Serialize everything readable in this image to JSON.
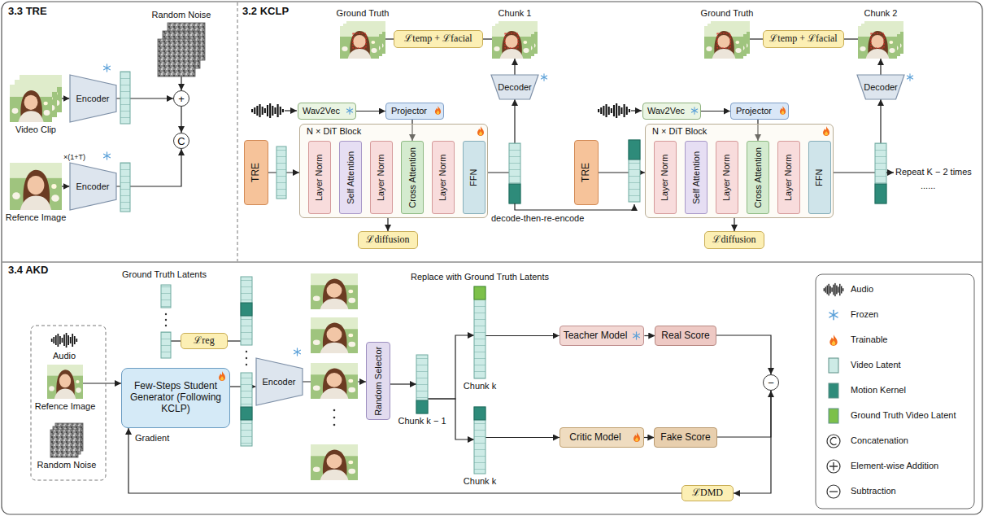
{
  "diagram": {
    "nodes": [
      {
        "text": [
          "3.3 TRE"
        ]
      },
      {
        "text": [
          "Video Clip"
        ],
        "in": 0
      },
      {
        "text": [
          "Encoder"
        ],
        "in": 0
      },
      {
        "text": [
          "Random Noise"
        ],
        "in": 0
      },
      {
        "text": [
          "+"
        ],
        "in": 0
      },
      {
        "text": [
          "C"
        ],
        "in": 0
      },
      {
        "text": [
          "Refence Image"
        ],
        "in": 0
      },
      {
        "text": [
          "Encoder"
        ],
        "in": 0
      },
      {
        "text": [
          "3.2 KCLP"
        ]
      },
      {
        "text": [
          "Ground Truth"
        ],
        "in": 8
      },
      {
        "text": [
          "ℒtemp + ℒfacial"
        ],
        "in": 8
      },
      {
        "text": [
          "Chunk 1"
        ],
        "in": 8
      },
      {
        "text": [
          "Wav2Vec"
        ],
        "in": 8
      },
      {
        "text": [
          "Projector"
        ],
        "in": 8
      },
      {
        "text": [
          "TRE"
        ],
        "in": 8
      },
      {
        "text": [
          "N × DiT Block"
        ],
        "in": 8
      },
      {
        "text": [
          "Layer Norm"
        ],
        "in": 15
      },
      {
        "text": [
          "Self Attention"
        ],
        "in": 15
      },
      {
        "text": [
          "Layer Norm"
        ],
        "in": 15
      },
      {
        "text": [
          "Cross Attention"
        ],
        "in": 15
      },
      {
        "text": [
          "Layer Norm"
        ],
        "in": 15
      },
      {
        "text": [
          "FFN"
        ],
        "in": 15
      },
      {
        "text": [
          "Decoder"
        ],
        "in": 8
      },
      {
        "text": [
          "ℒdiffusion"
        ],
        "in": 8
      },
      {
        "text": [
          "Ground Truth"
        ],
        "in": 8
      },
      {
        "text": [
          "ℒtemp + ℒfacial"
        ],
        "in": 8
      },
      {
        "text": [
          "Chunk 2"
        ],
        "in": 8
      },
      {
        "text": [
          "Wav2Vec"
        ],
        "in": 8
      },
      {
        "text": [
          "Projector"
        ],
        "in": 8
      },
      {
        "text": [
          "TRE"
        ],
        "in": 8
      },
      {
        "text": [
          "N × DiT Block"
        ],
        "in": 8
      },
      {
        "text": [
          "Layer Norm"
        ],
        "in": 30
      },
      {
        "text": [
          "Self Attention"
        ],
        "in": 30
      },
      {
        "text": [
          "Layer Norm"
        ],
        "in": 30
      },
      {
        "text": [
          "Cross Attention"
        ],
        "in": 30
      },
      {
        "text": [
          "Layer Norm"
        ],
        "in": 30
      },
      {
        "text": [
          "FFN"
        ],
        "in": 30
      },
      {
        "text": [
          "Decoder"
        ],
        "in": 8
      },
      {
        "text": [
          "ℒdiffusion"
        ],
        "in": 8
      },
      {
        "text": [
          "3.4 AKD"
        ]
      },
      {
        "text": [
          "Audio"
        ],
        "in": 39
      },
      {
        "text": [
          "Refence Image"
        ],
        "in": 39
      },
      {
        "text": [
          "Random Noise"
        ],
        "in": 39
      },
      {
        "text": [
          "Few-Steps Student Generator (Following KCLP)"
        ],
        "in": 39
      },
      {
        "text": [
          "ℒreg"
        ],
        "in": 39
      },
      {
        "text": [
          "Encoder"
        ],
        "in": 39
      },
      {
        "text": [
          "Random Selector"
        ],
        "in": 39
      },
      {
        "text": [
          "Chunk k − 1"
        ],
        "in": 39
      },
      {
        "text": [
          "Chunk k"
        ],
        "in": 39
      },
      {
        "text": [
          "Chunk k"
        ],
        "in": 39
      },
      {
        "text": [
          "Teacher Model"
        ],
        "in": 39
      },
      {
        "text": [
          "Real Score"
        ],
        "in": 39
      },
      {
        "text": [
          "Critic Model"
        ],
        "in": 39
      },
      {
        "text": [
          "Fake Score"
        ],
        "in": 39
      },
      {
        "text": [
          "−"
        ],
        "in": 39
      },
      {
        "text": [
          "ℒDMD"
        ],
        "in": 39
      }
    ],
    "edges": [
      {
        "from": 1,
        "to": 2,
        "arrow": "to"
      },
      {
        "from": 2,
        "to": 4,
        "arrow": "to"
      },
      {
        "from": 3,
        "to": 4,
        "arrow": "to"
      },
      {
        "from": 4,
        "to": 5,
        "arrow": "to"
      },
      {
        "from": 6,
        "to": 7,
        "arrow": "to"
      },
      {
        "from": 7,
        "to": 5,
        "arrow": "to"
      },
      {
        "from": 10,
        "to": 9,
        "arrow": "none"
      },
      {
        "from": 10,
        "to": 11,
        "arrow": "none"
      },
      {
        "from": 12,
        "to": 13,
        "arrow": "to"
      },
      {
        "from": 13,
        "to": 19,
        "arrow": "to"
      },
      {
        "from": 14,
        "to": 15,
        "arrow": "to"
      },
      {
        "from": 15,
        "to": 23,
        "arrow": "to"
      },
      {
        "from": 15,
        "to": 22,
        "arrow": "to"
      },
      {
        "from": 22,
        "to": 11,
        "arrow": "to"
      },
      {
        "from": 25,
        "to": 24,
        "arrow": "none"
      },
      {
        "from": 25,
        "to": 26,
        "arrow": "none"
      },
      {
        "from": 27,
        "to": 28,
        "arrow": "to"
      },
      {
        "from": 28,
        "to": 34,
        "arrow": "to"
      },
      {
        "from": 29,
        "to": 30,
        "arrow": "to"
      },
      {
        "from": 30,
        "to": 38,
        "arrow": "to"
      },
      {
        "from": 30,
        "to": 37,
        "arrow": "to"
      },
      {
        "from": 37,
        "to": 26,
        "arrow": "to"
      },
      {
        "from": 41,
        "to": 43,
        "arrow": "to"
      },
      {
        "from": 43,
        "to": 45,
        "arrow": "to"
      },
      {
        "from": 45,
        "to": 46,
        "arrow": "to"
      },
      {
        "from": 46,
        "to": 47,
        "arrow": "to"
      },
      {
        "from": 47,
        "to": 48,
        "arrow": "to"
      },
      {
        "from": 47,
        "to": 49,
        "arrow": "to"
      },
      {
        "from": 48,
        "to": 50,
        "arrow": "to"
      },
      {
        "from": 49,
        "to": 52,
        "arrow": "to"
      },
      {
        "from": 50,
        "to": 51,
        "arrow": "to"
      },
      {
        "from": 52,
        "to": 53,
        "arrow": "to"
      },
      {
        "from": 51,
        "to": 54,
        "arrow": "to"
      },
      {
        "from": 53,
        "to": 54,
        "arrow": "to"
      },
      {
        "from": 54,
        "to": 55,
        "arrow": "to"
      },
      {
        "from": 55,
        "to": 43,
        "arrow": "to"
      }
    ],
    "labels": [
      "×(1+T)",
      "decode-then-re-encode",
      "Repeat K − 2 times",
      "......",
      "Ground Truth Latents",
      "Replace with Ground Truth Latents",
      "Gradient"
    ],
    "legend": [
      {
        "text": "Audio"
      },
      {
        "text": "Frozen"
      },
      {
        "text": "Trainable"
      },
      {
        "text": "Video Latent",
        "color": "#cdebe6"
      },
      {
        "text": "Motion Kernel",
        "color": "#2e8b7a"
      },
      {
        "text": "Ground Truth Video Latent",
        "color": "#7cc04a"
      },
      {
        "text": "Concatenation"
      },
      {
        "text": "Element-wise Addition"
      },
      {
        "text": "Subtraction"
      }
    ]
  }
}
